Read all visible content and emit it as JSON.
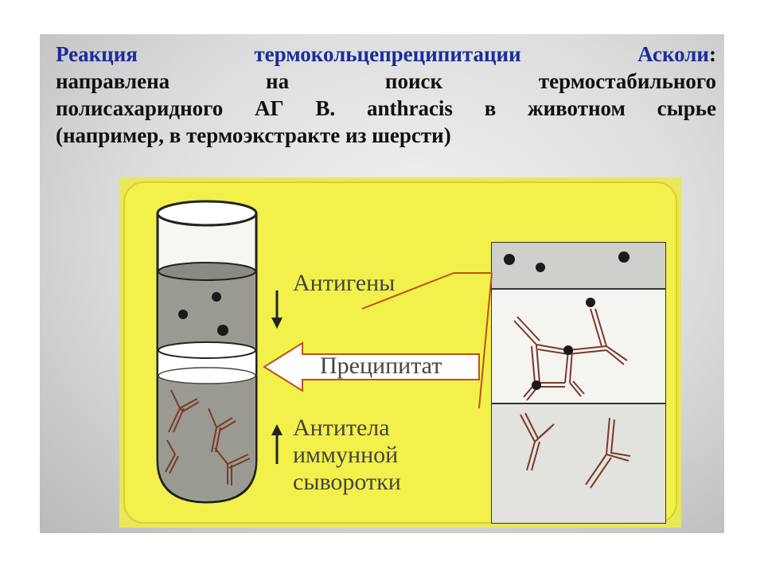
{
  "title": {
    "heading": "Реакция термокольцепреципитации Асколи",
    "heading_colon": ":",
    "line1": "направлена на поиск термостабильного",
    "line2": "полисахаридного АГ В. anthracis в животном сырье",
    "line3": "(например, в термоэкстракте из шерсти)"
  },
  "diagram": {
    "label_antigens": "Антигены",
    "label_precipitate": "Преципитат",
    "label_antibodies_1": "Антитела",
    "label_antibodies_2": "иммунной",
    "label_antibodies_3": "сыворотки"
  },
  "colors": {
    "panel": "#f2f04a",
    "heading_blue": "#1c2c9a",
    "antibody_red": "#a03a2a",
    "tube_liquid": "#9a9a92"
  }
}
